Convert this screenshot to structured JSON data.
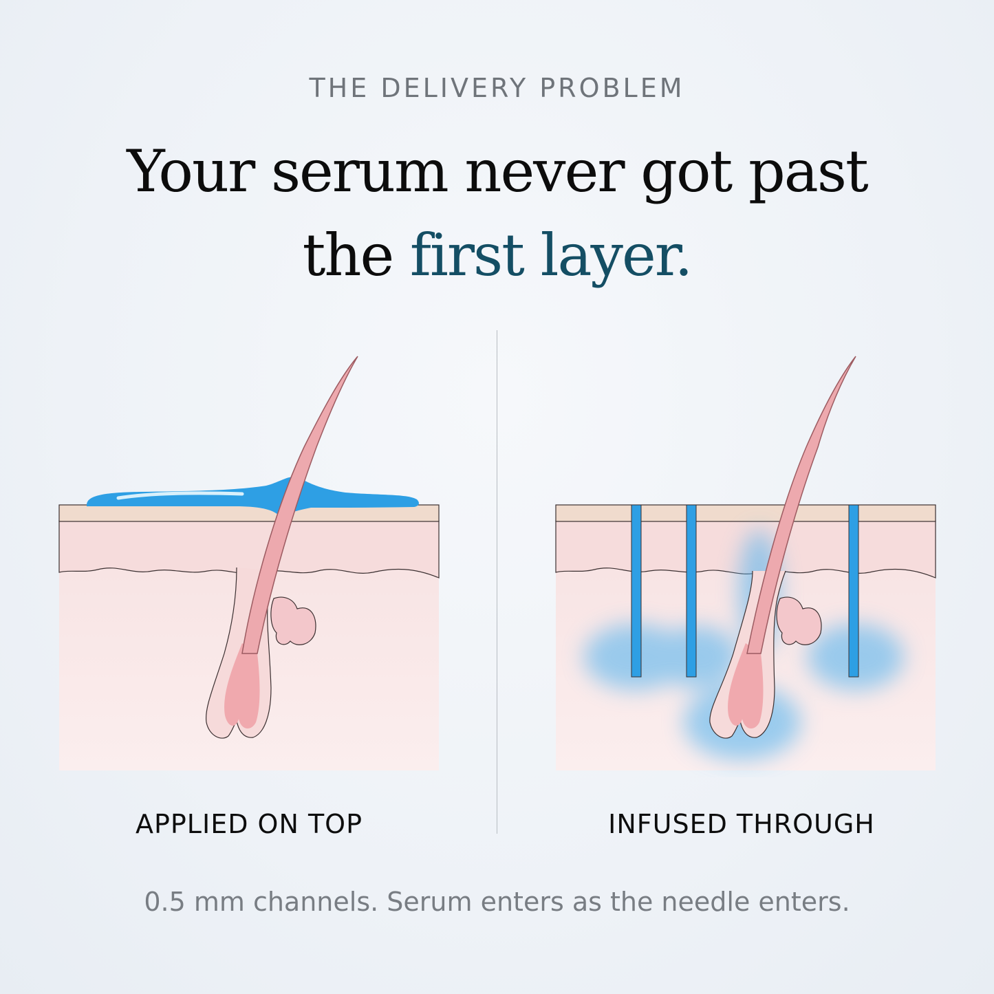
{
  "eyebrow": "THE DELIVERY PROBLEM",
  "headline": {
    "line1": "Your serum never got past",
    "line2_prefix": "the ",
    "line2_accent": "first layer."
  },
  "panels": {
    "left": {
      "caption": "APPLIED ON TOP"
    },
    "right": {
      "caption": "INFUSED THROUGH"
    }
  },
  "footnote": "0.5 mm channels. Serum enters as the needle enters.",
  "colors": {
    "accent": "#144e64",
    "serum": "#2fa0e6",
    "skin_surface": "#f0dcd2",
    "epidermis": "#f6dede",
    "dermis": "#f9e8e8",
    "hair": "#eda9ae"
  }
}
